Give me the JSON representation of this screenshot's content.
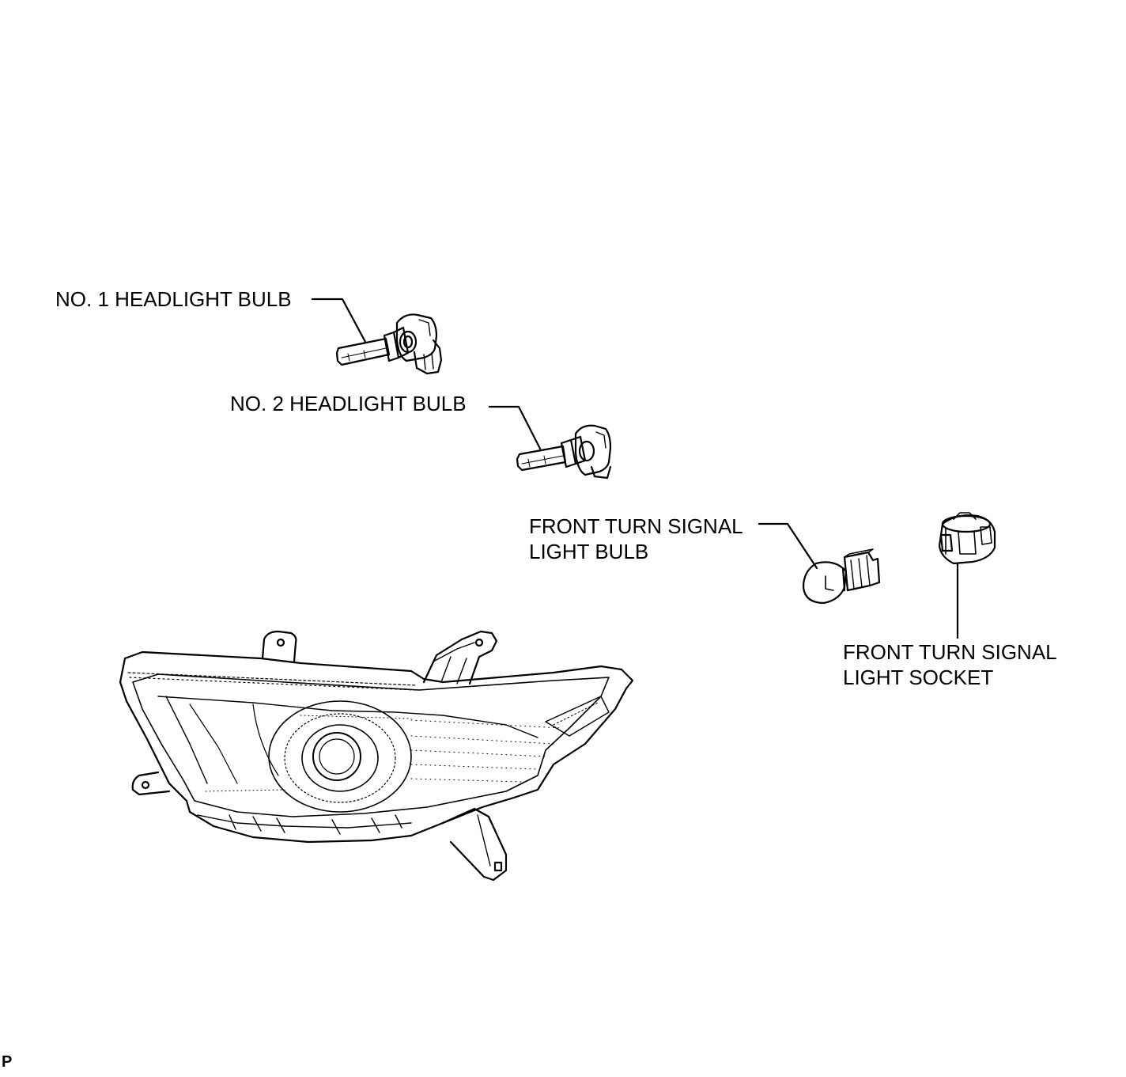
{
  "callouts": {
    "no1_headlight_bulb": "NO. 1 HEADLIGHT BULB",
    "no2_headlight_bulb": "NO. 2 HEADLIGHT BULB",
    "front_turn_signal_light_bulb": {
      "line1": "FRONT TURN SIGNAL",
      "line2": "LIGHT BULB"
    },
    "front_turn_signal_light_socket": {
      "line1": "FRONT TURN SIGNAL",
      "line2": "LIGHT SOCKET"
    }
  },
  "corner_mark": "P",
  "components": [
    "headlight-assembly-icon",
    "no1-headlight-bulb-icon",
    "no2-headlight-bulb-icon",
    "turn-signal-bulb-icon",
    "turn-signal-socket-icon"
  ],
  "colors": {
    "ink": "#000000",
    "paper": "#ffffff"
  }
}
